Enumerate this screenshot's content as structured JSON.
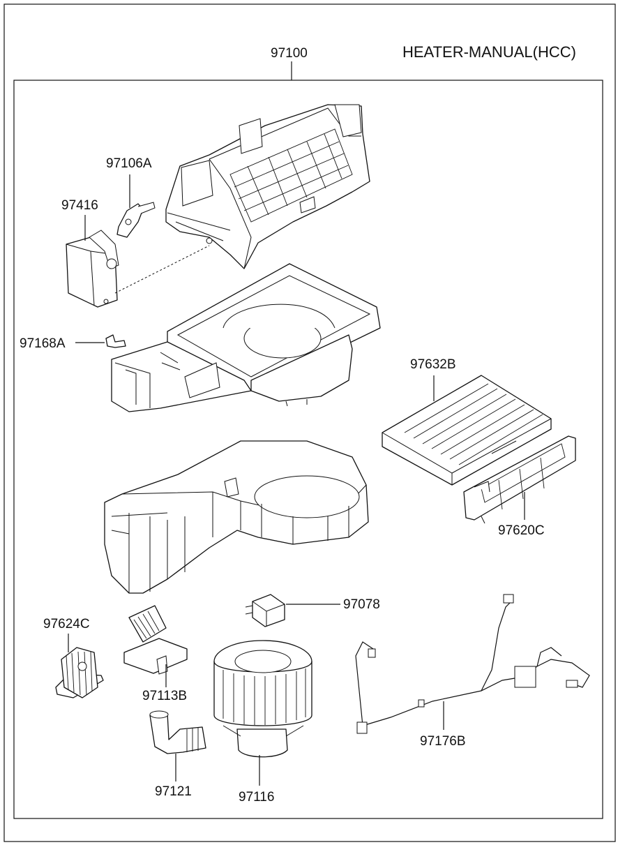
{
  "title": "HEATER-MANUAL(HCC)",
  "assembly_label": "97100",
  "parts": {
    "p97106A": "97106A",
    "p97416": "97416",
    "p97168A": "97168A",
    "p97632B": "97632B",
    "p97620C": "97620C",
    "p97078": "97078",
    "p97624C": "97624C",
    "p97113B": "97113B",
    "p97176B": "97176B",
    "p97121": "97121",
    "p97116": "97116"
  }
}
